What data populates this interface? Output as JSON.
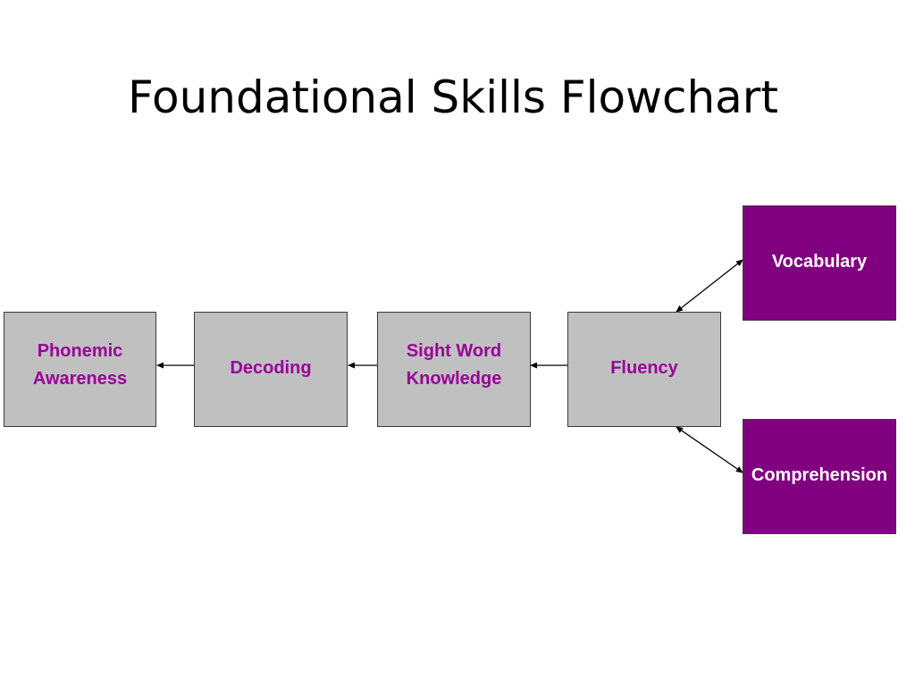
{
  "title": "Foundational Skills Flowchart",
  "colors": {
    "box_gray": "#c0c0c0",
    "box_purple": "#800080",
    "label_magenta": "#990099",
    "label_white": "#ffffff",
    "connector": "#000000"
  },
  "nodes": {
    "phonemic_awareness": "Phonemic\nAwareness",
    "decoding": "Decoding",
    "sight_word_knowledge": "Sight Word\nKnowledge",
    "fluency": "Fluency",
    "vocabulary": "Vocabulary",
    "comprehension": "Comprehension"
  },
  "edges": [
    {
      "from": "decoding",
      "to": "phonemic_awareness",
      "arrow": "to"
    },
    {
      "from": "sight_word_knowledge",
      "to": "decoding",
      "arrow": "to"
    },
    {
      "from": "fluency",
      "to": "sight_word_knowledge",
      "arrow": "to"
    },
    {
      "from": "fluency",
      "to": "vocabulary",
      "arrow": "both"
    },
    {
      "from": "fluency",
      "to": "comprehension",
      "arrow": "both"
    }
  ]
}
